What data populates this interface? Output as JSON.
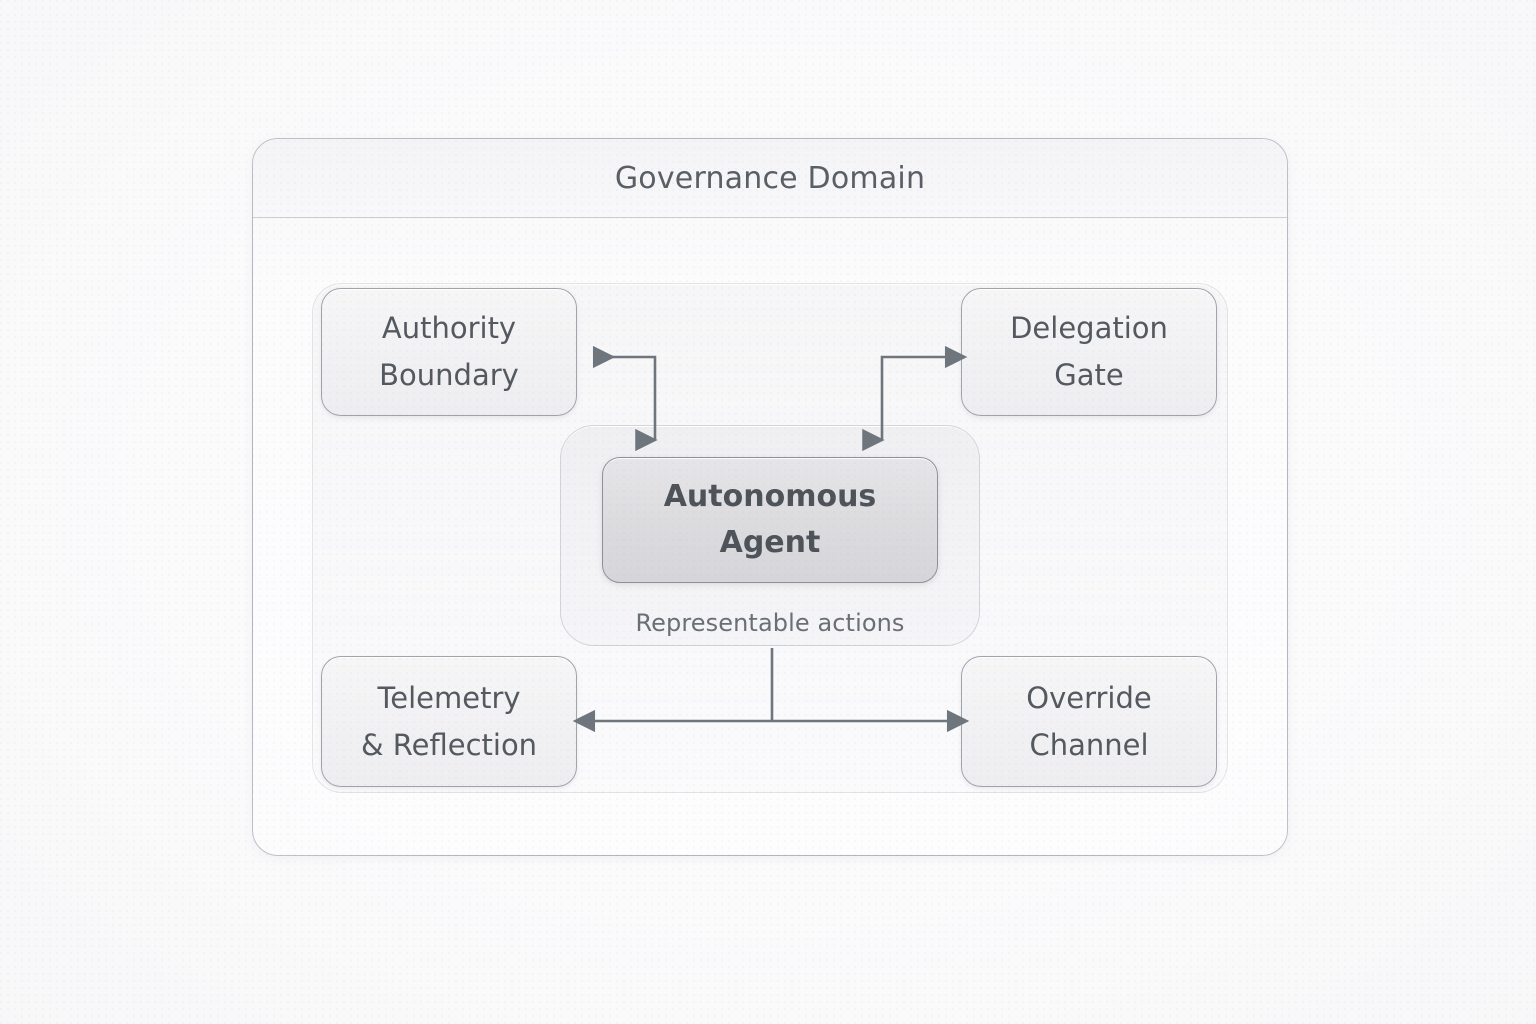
{
  "page": {
    "background_color": "#fbfbfc",
    "text_color": "#54595f"
  },
  "domain": {
    "title": "Governance Domain",
    "border_color": "#b3b6bb"
  },
  "nodes": [
    {
      "id": "authority-boundary",
      "label": "Authority\nBoundary",
      "position": "top-left"
    },
    {
      "id": "delegation-gate",
      "label": "Delegation\nGate",
      "position": "top-right"
    },
    {
      "id": "telemetry-reflection",
      "label": "Telemetry\n& Reflection",
      "position": "bottom-left"
    },
    {
      "id": "override-channel",
      "label": "Override\nChannel",
      "position": "bottom-right"
    }
  ],
  "agent": {
    "label": "Autonomous\nAgent",
    "caption": "Representable actions",
    "fill_color": "#dcdcdf",
    "border_color": "#8d9299"
  },
  "connectors": {
    "stroke_color": "#6f757d",
    "edges": [
      {
        "id": "agent-to-authority",
        "from": "autonomous-agent",
        "to": "authority-boundary",
        "style": "elbow",
        "arrowheads": "both-ends"
      },
      {
        "id": "agent-to-delegation",
        "from": "autonomous-agent",
        "to": "delegation-gate",
        "style": "elbow",
        "arrowheads": "both-ends"
      },
      {
        "id": "telemetry-to-override",
        "from": "telemetry-reflection",
        "to": "override-channel",
        "style": "straight",
        "arrowheads": "double"
      },
      {
        "id": "agent-to-bottom-bus",
        "from": "autonomous-agent",
        "to": "telemetry-to-override",
        "style": "stem",
        "arrowheads": "none"
      }
    ]
  }
}
